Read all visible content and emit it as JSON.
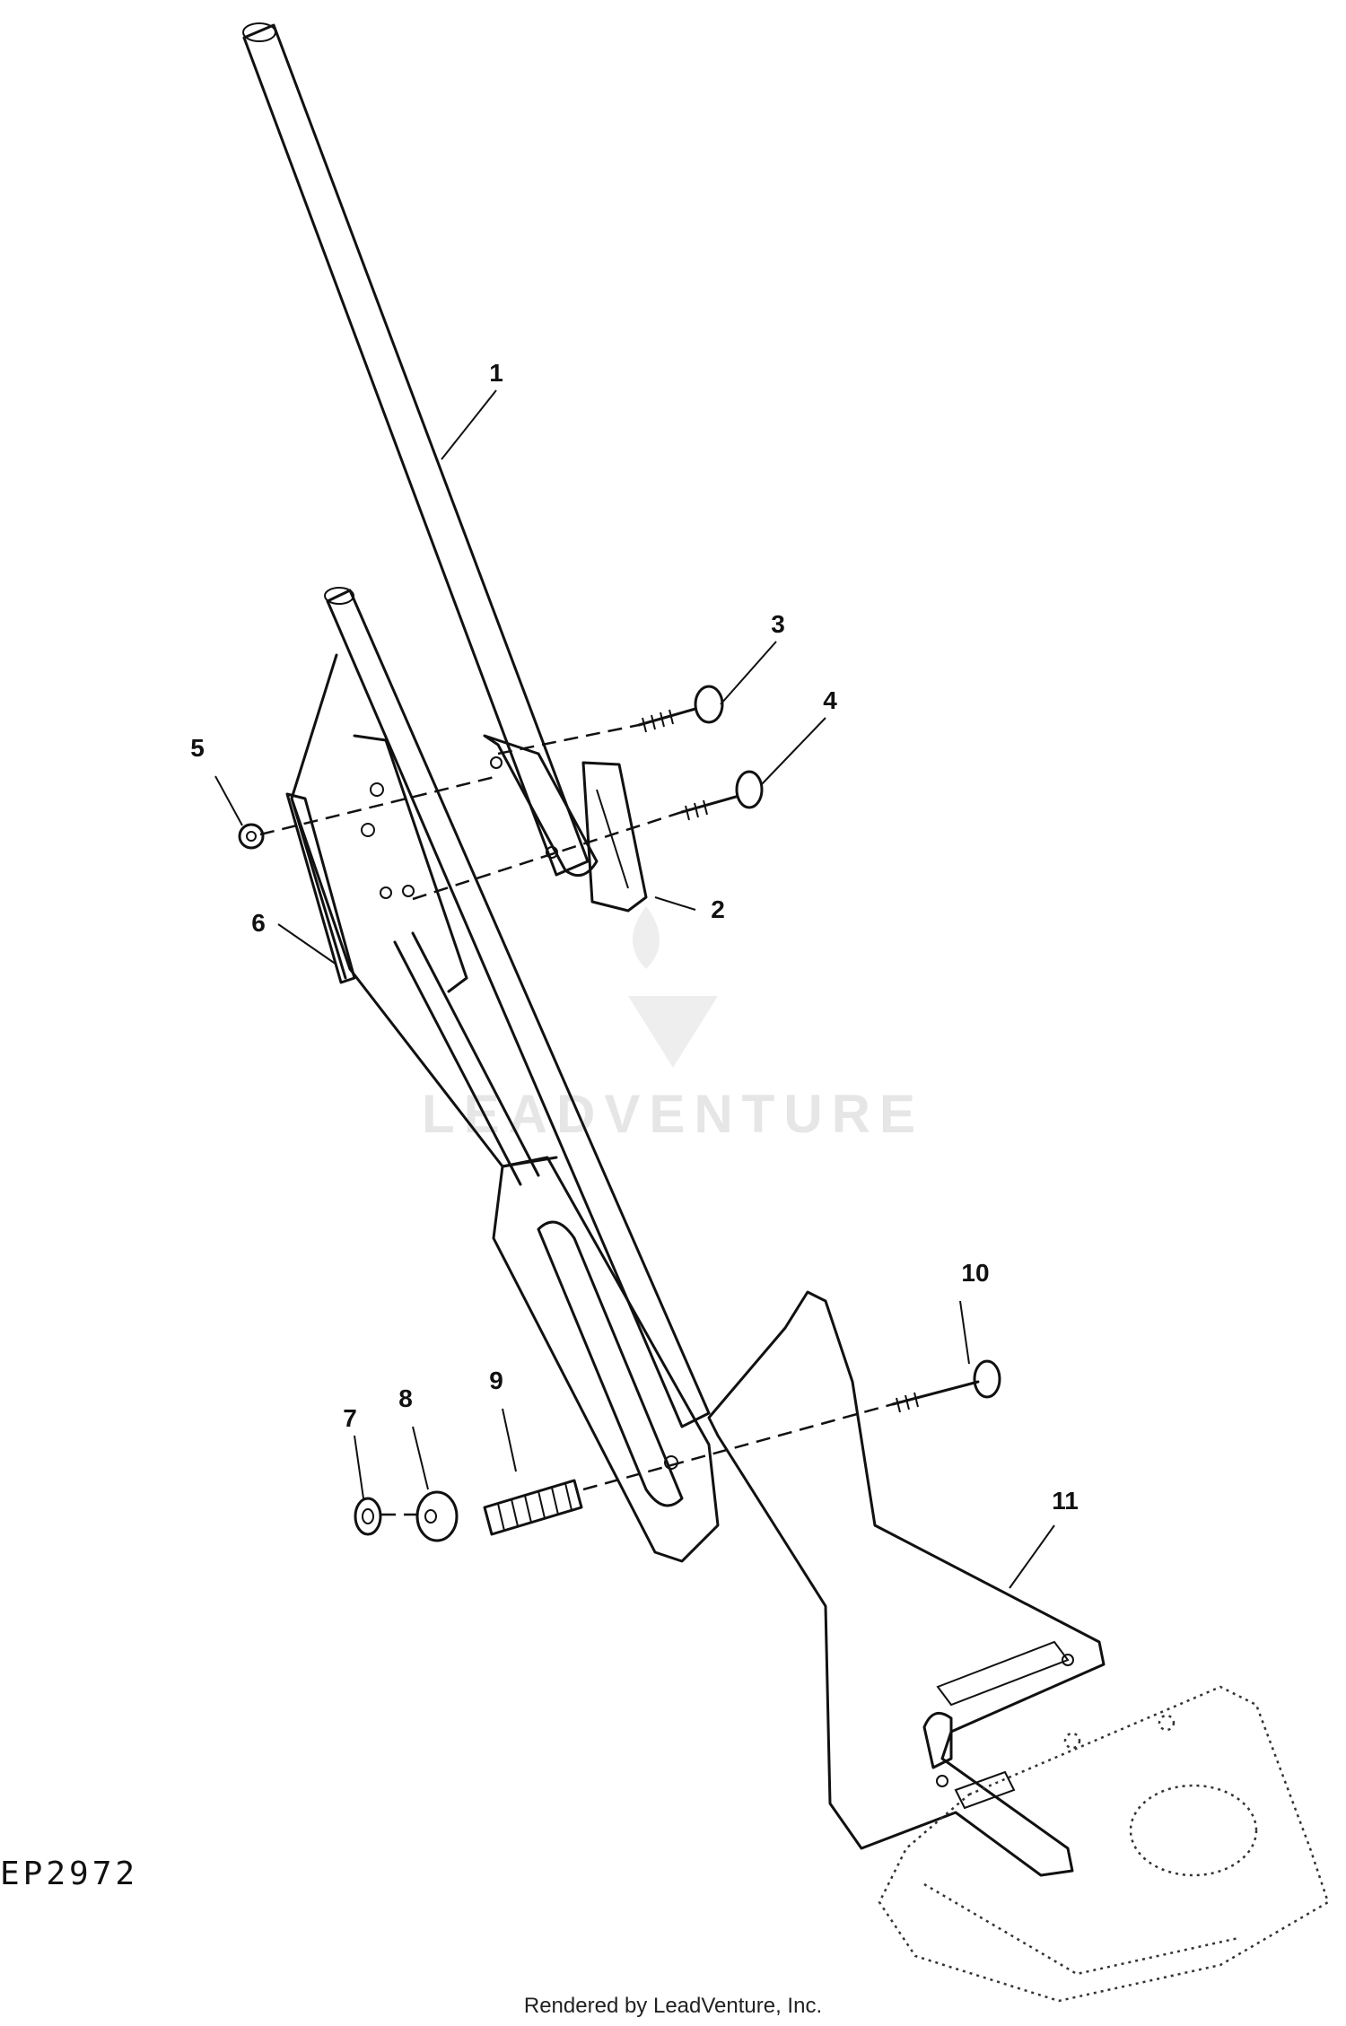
{
  "callouts": [
    "1",
    "2",
    "3",
    "4",
    "5",
    "6",
    "7",
    "8",
    "9",
    "10",
    "11"
  ],
  "figure_code": "EP2972",
  "watermark_text": "LEADVENTURE",
  "credit": "Rendered by LeadVenture, Inc.",
  "colors": {
    "ink": "#111111",
    "background": "#ffffff",
    "watermark": "#e6e6e6"
  }
}
